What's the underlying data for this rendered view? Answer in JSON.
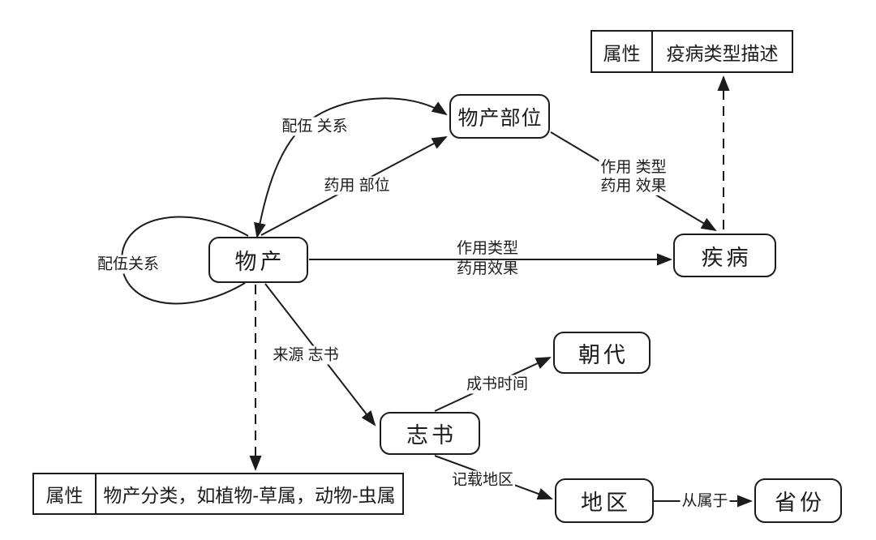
{
  "diagram": {
    "nodes": {
      "wuchan": {
        "label": "物产"
      },
      "wuchan_buwei": {
        "label": "物产部位"
      },
      "jibing": {
        "label": "疾病"
      },
      "zhishu": {
        "label": "志书"
      },
      "chaodai": {
        "label": "朝代"
      },
      "diqu": {
        "label": "地区"
      },
      "shengfen": {
        "label": "省份"
      }
    },
    "attribute_tables": {
      "disease": {
        "key": "属性",
        "value": "疫病类型描述"
      },
      "product": {
        "key": "属性",
        "value": "物产分类，如植物-草属，动物-虫属"
      }
    },
    "edge_labels": {
      "peiwu_self": "配伍关系",
      "peiwu_pair": "配伍 关系",
      "yaoyong_buwei": "药用 部位",
      "zuoyong_from_buwei_line1": "作用 类型",
      "zuoyong_from_buwei_line2": "药用 效果",
      "zuoyong_from_wuchan_line1": "作用类型",
      "zuoyong_from_wuchan_line2": "药用效果",
      "laiyuan_zhishu": "来源 志书",
      "chengshu_shijian": "成书时间",
      "jizai_diqu": "记载地区",
      "congshuyu": "从属于"
    },
    "colors": {
      "ink": "#1c1c1c",
      "background": "#ffffff"
    }
  }
}
